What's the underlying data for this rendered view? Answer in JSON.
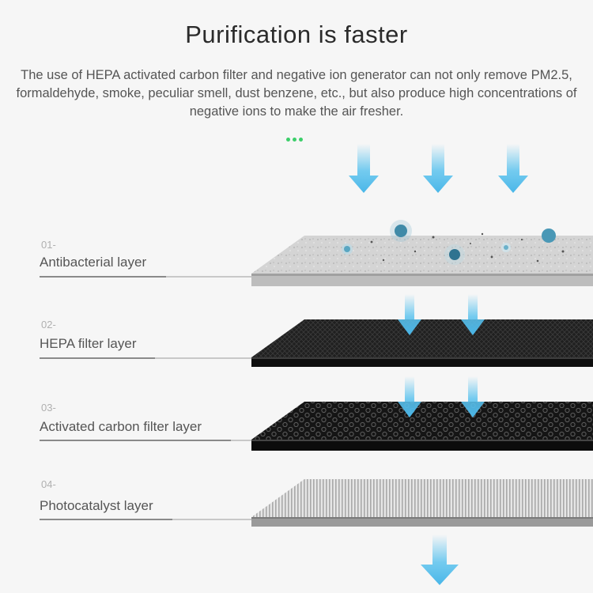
{
  "header": {
    "title": "Purification is faster",
    "description": "The use of HEPA activated carbon filter and negative ion generator can not only remove PM2.5, formaldehyde, smoke, peculiar smell, dust benzene, etc., but also produce high concentrations of negative ions to make the air fresher."
  },
  "layers": [
    {
      "number": "01-",
      "label": "Antibacterial layer"
    },
    {
      "number": "02-",
      "label": "HEPA filter layer"
    },
    {
      "number": "03-",
      "label": "Activated carbon filter layer"
    },
    {
      "number": "04-",
      "label": "Photocatalyst layer"
    }
  ],
  "colors": {
    "accent_green": "#3ccf6a",
    "arrow_blue": "#5cc3ee",
    "antibacterial": "#cfcfcf",
    "hepa": "#1f1f1f",
    "carbon": "#1a1a1a",
    "photocatalyst": "#d6d6d6"
  },
  "icons": [
    "down-arrow-icon",
    "pollutant-particle-icon",
    "more-dots-icon"
  ]
}
